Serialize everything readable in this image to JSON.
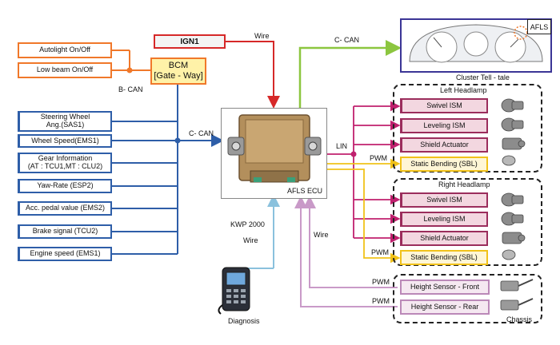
{
  "inputs": {
    "autolight": "Autolight  On/Off",
    "low_beam": "Low beam On/Off",
    "steering": "Steering Wheel\nAng.(SAS1)",
    "wheel_speed": "Wheel Speed(EMS1)",
    "gear_info": "Gear Information\n(AT : TCU1,MT : CLU2)",
    "yaw_rate": "Yaw-Rate (ESP2)",
    "acc_pedal": "Acc. pedal value (EMS2)",
    "brake": "Brake signal (TCU2)",
    "engine_speed": "Engine speed (EMS1)"
  },
  "bcm": {
    "line1": "BCM",
    "line2": "[Gate - Way]"
  },
  "ign": "IGN1",
  "ecu_label": "AFLS ECU",
  "cluster": {
    "tag": "AFLS",
    "caption": "Cluster Tell - tale"
  },
  "left_group": {
    "title": "Left Headlamp",
    "items": [
      "Swivel ISM",
      "Leveling ISM",
      "Shield Actuator",
      "Static Bending (SBL)"
    ]
  },
  "right_group": {
    "title": "Right Headlamp",
    "items": [
      "Swivel ISM",
      "Leveling ISM",
      "Shield Actuator",
      "Static Bending (SBL)"
    ]
  },
  "sensors": {
    "front": "Height Sensor  - Front",
    "rear": "Height Sensor  - Rear",
    "chassis": "Chassis"
  },
  "labels": {
    "wire_ign": "Wire",
    "c_can_top": "C- CAN",
    "b_can": "B- CAN",
    "c_can_mid": "C- CAN",
    "lin": "LIN",
    "pwm_left": "PWM",
    "pwm_right": "PWM",
    "kwp": "KWP 2000",
    "wire_diag": "Wire",
    "wire_sensor": "Wire",
    "pwm_front": "PWM",
    "pwm_rear": "PWM",
    "diagnosis": "Diagnosis"
  },
  "colors": {
    "can_blue": "#2e5ea8",
    "bcan_orange": "#f0782a",
    "ign_red": "#d62828",
    "ccan_green": "#8cc63f",
    "lin_magenta": "#c0206e",
    "pwm_yellow": "#f1c21a",
    "diag_lightblue": "#8ac1dd",
    "sensor_lavender": "#c99ac8"
  }
}
